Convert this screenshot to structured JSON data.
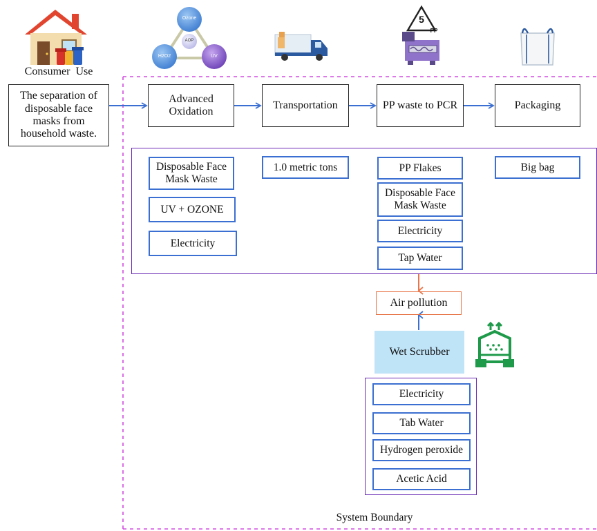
{
  "consumer": {
    "label": "Consumer  Use",
    "separation_text": "The separation of disposable face masks from household waste."
  },
  "process_steps": [
    {
      "id": "oxidation",
      "label": "Advanced Oxidation"
    },
    {
      "id": "transport",
      "label": "Transportation"
    },
    {
      "id": "pcr",
      "label": "PP waste to PCR"
    },
    {
      "id": "packaging",
      "label": "Packaging"
    }
  ],
  "inputs": {
    "oxidation": [
      "Disposable Face Mask Waste",
      "UV + OZONE",
      "Electricity"
    ],
    "transport": [
      "1.0 metric tons"
    ],
    "pcr": [
      "PP Flakes",
      "Disposable Face Mask Waste",
      "Electricity",
      "Tap Water"
    ],
    "packaging": [
      "Big bag"
    ]
  },
  "emission": {
    "label": "Air pollution"
  },
  "scrubber": {
    "label": "Wet Scrubber",
    "inputs": [
      "Electricity",
      "Tab Water",
      "Hydrogen peroxide",
      "Acetic Acid"
    ]
  },
  "boundary": {
    "label": "System Boundary"
  },
  "icons": {
    "oxidation_cluster": [
      "Ozone",
      "H2O2",
      "UV"
    ],
    "oxidation_center": "AOP",
    "recycle_code": "5",
    "recycle_material": "PP"
  },
  "colors": {
    "arrow_blue": "#3b6fd1",
    "box_blue": "#3b6fd1",
    "frame_purple": "#6b2ab4",
    "boundary_magenta": "#d24be0",
    "emission_orange": "#e8764a",
    "scrubber_fill": "#bfe3f7",
    "scrubber_icon_green": "#1f9a4a"
  }
}
